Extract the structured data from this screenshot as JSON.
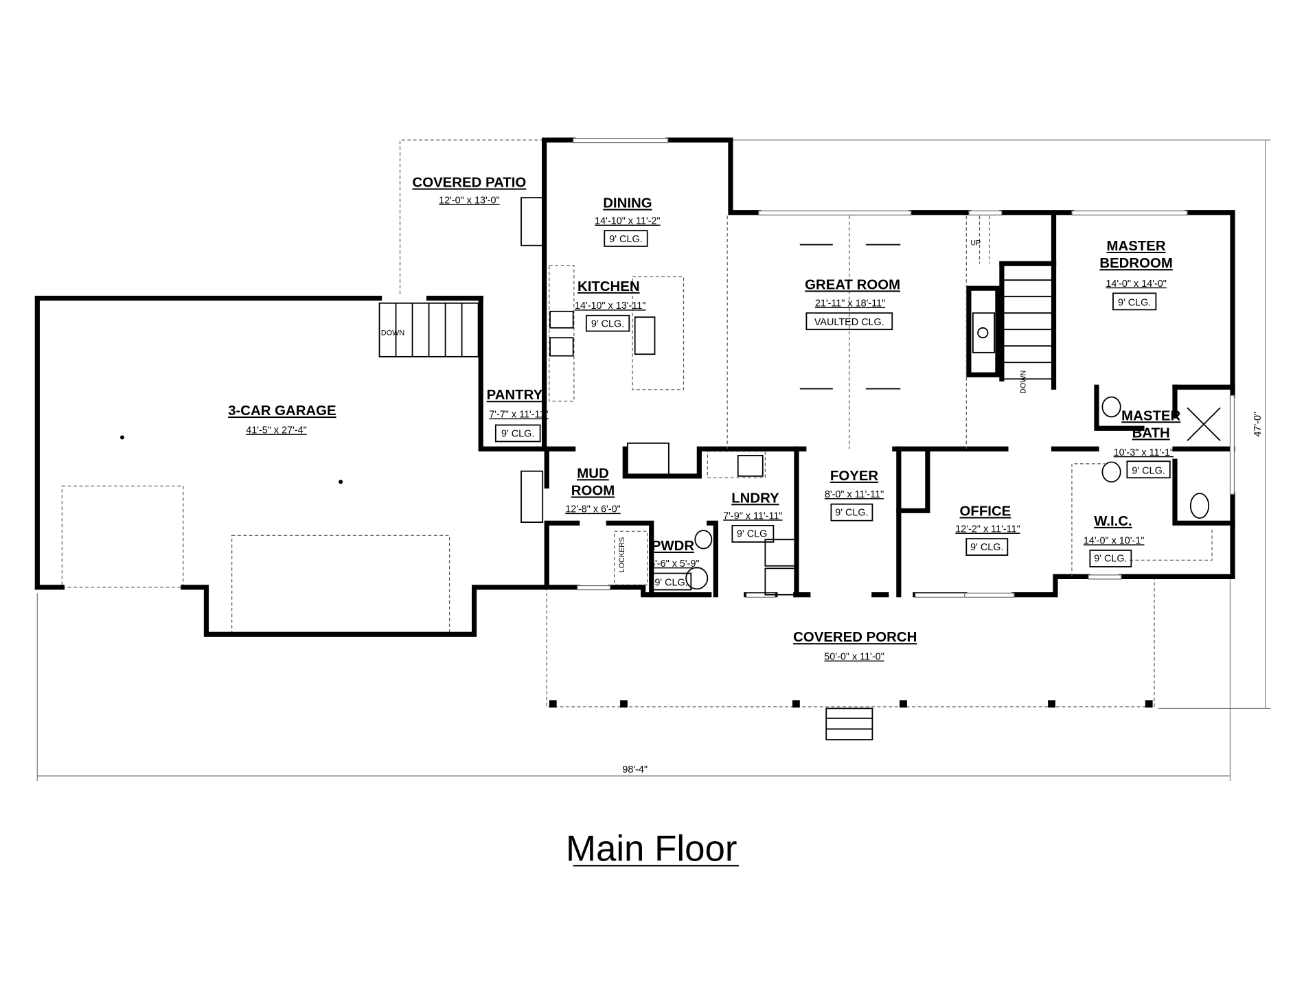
{
  "title": "Main Floor",
  "rooms": {
    "covered_patio": {
      "name": "COVERED PATIO",
      "dims": "12'-0\" x 13'-0\""
    },
    "dining": {
      "name": "DINING",
      "dims": "14'-10\" x 11'-2\"",
      "ceiling": "9' CLG."
    },
    "kitchen": {
      "name": "KITCHEN",
      "dims": "14'-10\" x 13'-11\"",
      "ceiling": "9' CLG."
    },
    "great_room": {
      "name": "GREAT ROOM",
      "dims": "21'-11\" x 18'-11\"",
      "ceiling": "VAULTED CLG."
    },
    "master_bedroom": {
      "name1": "MASTER",
      "name2": "BEDROOM",
      "dims": "14'-0\" x 14'-0\"",
      "ceiling": "9' CLG."
    },
    "garage": {
      "name": "3-CAR GARAGE",
      "dims": "41'-5\" x 27'-4\""
    },
    "pantry": {
      "name": "PANTRY",
      "dims": "7'-7\" x 11'-11\"",
      "ceiling": "9' CLG."
    },
    "master_bath": {
      "name1": "MASTER",
      "name2": "BATH",
      "dims": "10'-3\" x 11'-1\"",
      "ceiling": "9' CLG."
    },
    "mud_room": {
      "name1": "MUD",
      "name2": "ROOM",
      "dims": "12'-8\" x 6'-0\""
    },
    "laundry": {
      "name": "LNDRY",
      "dims": "7'-9\" x 11'-11\"",
      "ceiling": "9' CLG"
    },
    "foyer": {
      "name": "FOYER",
      "dims": "8'-0\" x 11'-11\"",
      "ceiling": "9' CLG."
    },
    "office": {
      "name": "OFFICE",
      "dims": "12'-2\" x 11'-11\"",
      "ceiling": "9' CLG."
    },
    "wic": {
      "name": "W.I.C.",
      "dims": "14'-0\" x 10'-1\"",
      "ceiling": "9' CLG."
    },
    "powder": {
      "name": "PWDR",
      "dims": "5'-6\" x 5'-9\"",
      "ceiling": "9' CLG."
    },
    "covered_porch": {
      "name": "COVERED PORCH",
      "dims": "50'-0\" x 11'-0\""
    }
  },
  "annotations": {
    "garage_stair": "DOWN",
    "stair_up": "UP",
    "stair_down": "DOWN",
    "lockers": "LOCKERS"
  },
  "dimensions": {
    "overall_width": "98'-4\"",
    "overall_depth": "47'-0\""
  }
}
